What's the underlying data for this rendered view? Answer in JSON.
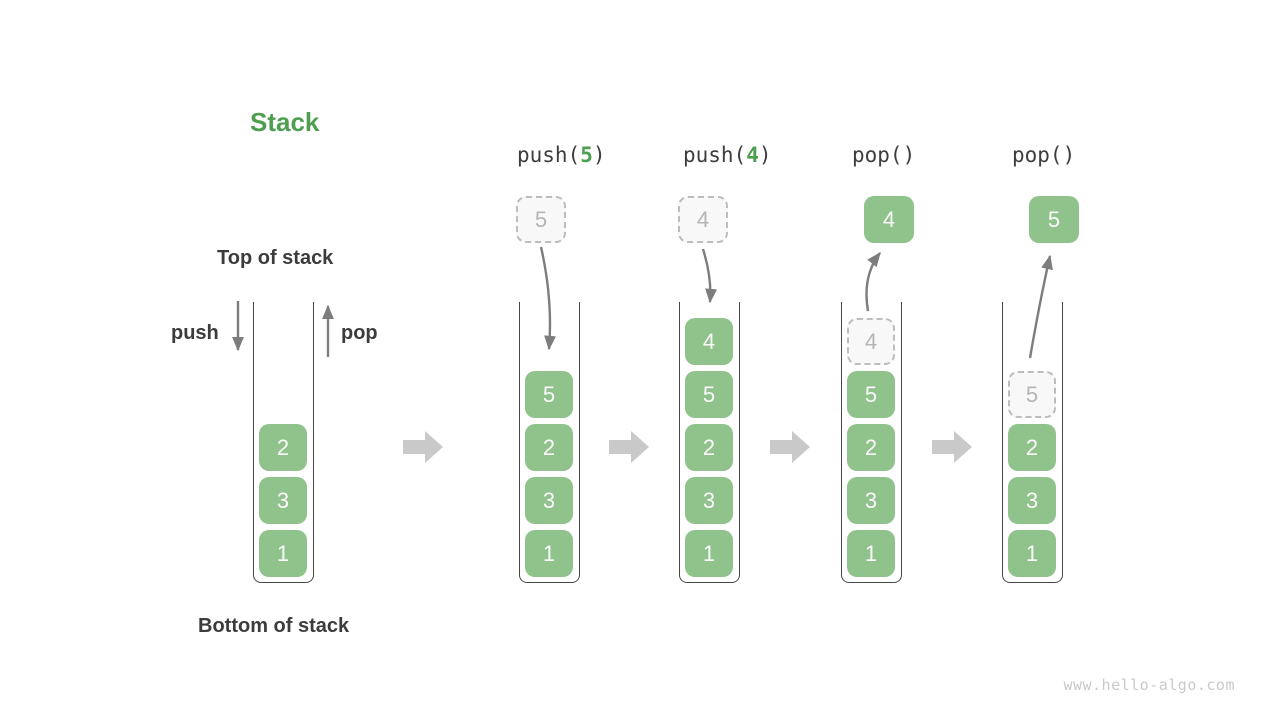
{
  "labels": {
    "title": "Stack",
    "top_of_stack": "Top of stack",
    "bottom_of_stack": "Bottom of stack",
    "push": "push",
    "pop": "pop"
  },
  "watermark": "www.hello-algo.com",
  "colors": {
    "accent_green": "#4d9e4f",
    "block_green": "#90c28c",
    "text_dark": "#3c3c3c",
    "ghost_border": "#bdbdbd",
    "ghost_fill": "#f8f8f8",
    "thin_arrow": "#7d7d7d",
    "big_arrow": "#c9c9c9"
  },
  "columns": [
    {
      "id": "initial",
      "blocks": [
        "2",
        "3",
        "1"
      ]
    },
    {
      "id": "push-5",
      "op": {
        "prefix": "push(",
        "arg": "5",
        "suffix": ")"
      },
      "staged": "5",
      "blocks": [
        "5",
        "2",
        "3",
        "1"
      ]
    },
    {
      "id": "push-4",
      "op": {
        "prefix": "push(",
        "arg": "4",
        "suffix": ")"
      },
      "staged": "4",
      "blocks": [
        "4",
        "5",
        "2",
        "3",
        "1"
      ]
    },
    {
      "id": "pop-4",
      "op": {
        "prefix": "pop()",
        "arg": "",
        "suffix": ""
      },
      "popped": "4",
      "ghost": "4",
      "blocks": [
        "5",
        "2",
        "3",
        "1"
      ]
    },
    {
      "id": "pop-5",
      "op": {
        "prefix": "pop()",
        "arg": "",
        "suffix": ""
      },
      "popped": "5",
      "ghost": "5",
      "blocks": [
        "2",
        "3",
        "1"
      ]
    }
  ]
}
